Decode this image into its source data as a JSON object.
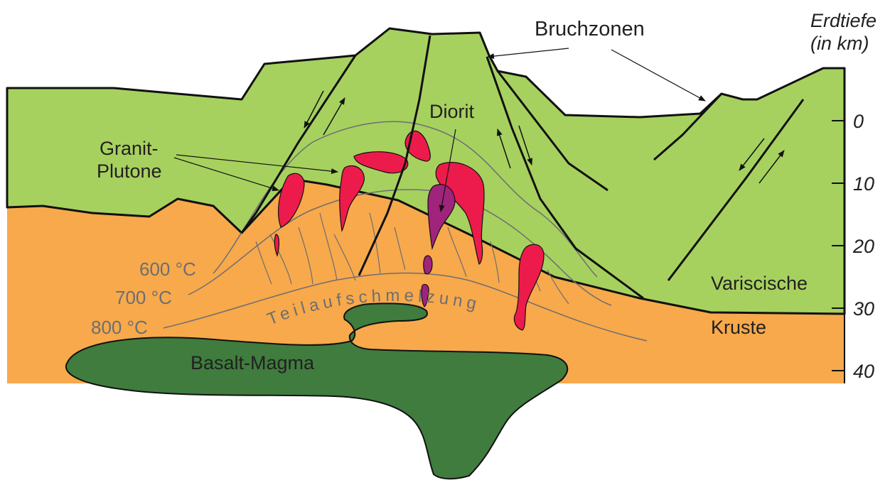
{
  "labels": {
    "fault_zones": "Bruchzonen",
    "depth_title_1": "Erdtiefe",
    "depth_title_2": "(in km)",
    "diorite": "Diorit",
    "granite_1": "Granit-",
    "granite_2": "Plutone",
    "temp_600": "600 °C",
    "temp_700": "700 °C",
    "temp_800": "800 °C",
    "partial_melting": "Teilaufschmelzung",
    "variscan": "Variscische",
    "crust": "Kruste",
    "basalt": "Basalt-Magma"
  },
  "depth_ticks": [
    "0",
    "10",
    "20",
    "30",
    "40"
  ],
  "colors": {
    "upper_crust": "#a6d15f",
    "lower_crust": "#f7a94b",
    "basalt_magma": "#3f7c3e",
    "granite": "#ec1b4b",
    "diorite": "#a0237c",
    "isotherm": "#6d6e71",
    "outline": "#111111"
  }
}
